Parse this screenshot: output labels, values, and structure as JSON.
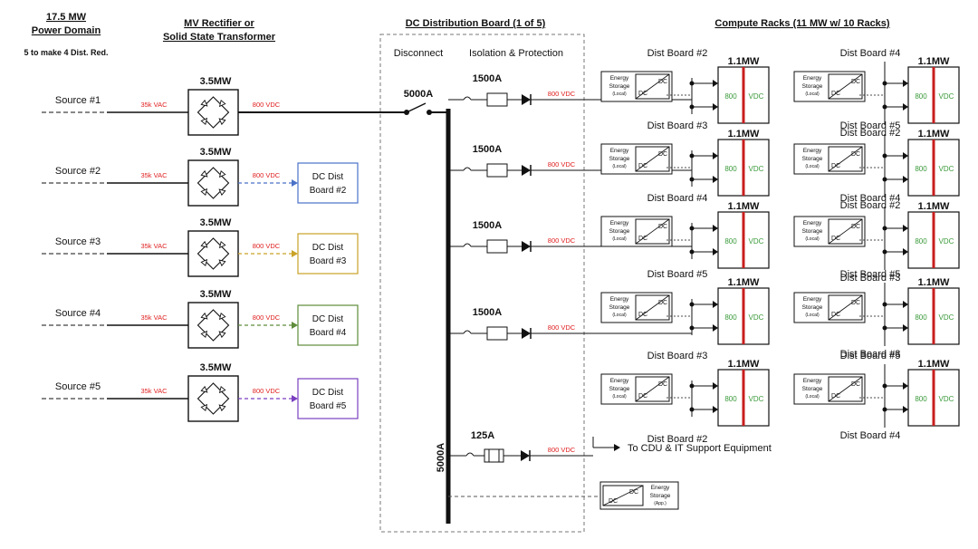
{
  "headers": {
    "power_domain_1": "17.5 MW",
    "power_domain_2": "Power Domain",
    "redundancy_note": "5 to make 4 Dist. Red.",
    "rectifier_1": "MV Rectifier or",
    "rectifier_2": "Solid State Transformer",
    "dc_board": "DC Distribution Board (1 of 5)",
    "disconnect": "Disconnect",
    "isolation": "Isolation & Protection",
    "compute": "Compute Racks (11 MW w/ 10 Racks)"
  },
  "sources": [
    {
      "label": "Source #1",
      "color": "#111111",
      "vac": "35k VAC",
      "mw": "3.5MW",
      "vdc": "800 VDC",
      "board": [
        "",
        ""
      ]
    },
    {
      "label": "Source #2",
      "color": "#4a72c8",
      "vac": "35k VAC",
      "mw": "3.5MW",
      "vdc": "800 VDC",
      "board": [
        "DC Dist",
        "Board #2"
      ]
    },
    {
      "label": "Source #3",
      "color": "#c9a227",
      "vac": "35k VAC",
      "mw": "3.5MW",
      "vdc": "800 VDC",
      "board": [
        "DC Dist",
        "Board #3"
      ]
    },
    {
      "label": "Source #4",
      "color": "#5e8c3a",
      "vac": "35k VAC",
      "mw": "3.5MW",
      "vdc": "800 VDC",
      "board": [
        "DC Dist",
        "Board #4"
      ]
    },
    {
      "label": "Source #5",
      "color": "#7a3fc0",
      "vac": "35k VAC",
      "mw": "3.5MW",
      "vdc": "800 VDC",
      "board": [
        "DC Dist",
        "Board #5"
      ]
    }
  ],
  "bus": {
    "main_rating": "5000A",
    "bus_label": "5000A"
  },
  "feeders": [
    {
      "amps": "1500A",
      "vdc": "800 VDC"
    },
    {
      "amps": "1500A",
      "vdc": "800 VDC"
    },
    {
      "amps": "1500A",
      "vdc": "800 VDC"
    },
    {
      "amps": "1500A",
      "vdc": "800 VDC"
    }
  ],
  "aux_feeder": {
    "amps": "125A",
    "vdc": "800 VDC",
    "label": "To CDU & IT Support Equipment"
  },
  "storage": {
    "line1": "Energy",
    "line2": "Storage",
    "local": "(Local)",
    "app": "(App.)",
    "dc": "DC"
  },
  "rack": {
    "mw": "1.1MW",
    "v800": "800",
    "vdc": "VDC"
  },
  "rack_rows": [
    {
      "left": {
        "top": "Dist Board #2",
        "top_color": "#4a72c8",
        "bottom": "",
        "bottom_color": "#111111"
      },
      "right": {
        "top": "Dist Board #4",
        "top_color": "#5e8c3a",
        "bottom": "Dist Board #2",
        "bottom_color": "#4a72c8"
      }
    },
    {
      "left": {
        "top": "Dist Board #3",
        "top_color": "#c9a227",
        "bottom": "",
        "bottom_color": "#111111"
      },
      "right": {
        "top": "Dist Board #5",
        "top_color": "#7a3fc0",
        "bottom": "Dist Board #2",
        "bottom_color": "#4a72c8"
      }
    },
    {
      "left": {
        "top": "Dist Board #4",
        "top_color": "#5e8c3a",
        "bottom": "",
        "bottom_color": "#111111"
      },
      "right": {
        "top": "Dist Board #4",
        "top_color": "#5e8c3a",
        "bottom": "Dist Board #3",
        "bottom_color": "#c9a227"
      }
    },
    {
      "left": {
        "top": "Dist Board #5",
        "top_color": "#7a3fc0",
        "bottom": "",
        "bottom_color": "#111111"
      },
      "right": {
        "top": "Dist Board #5",
        "top_color": "#7a3fc0",
        "bottom": "Dist Board #3",
        "bottom_color": "#c9a227"
      }
    },
    {
      "left": {
        "top": "Dist Board #3",
        "top_color": "#c9a227",
        "bottom": "Dist Board #2",
        "bottom_color": "#4a72c8"
      },
      "right": {
        "top": "Dist Board #5",
        "top_color": "#7a3fc0",
        "bottom": "Dist Board #4",
        "bottom_color": "#5e8c3a"
      }
    }
  ],
  "colors": {
    "red": "#e02020",
    "green": "#3a9a3a",
    "rack_bar": "#c81e1e"
  }
}
